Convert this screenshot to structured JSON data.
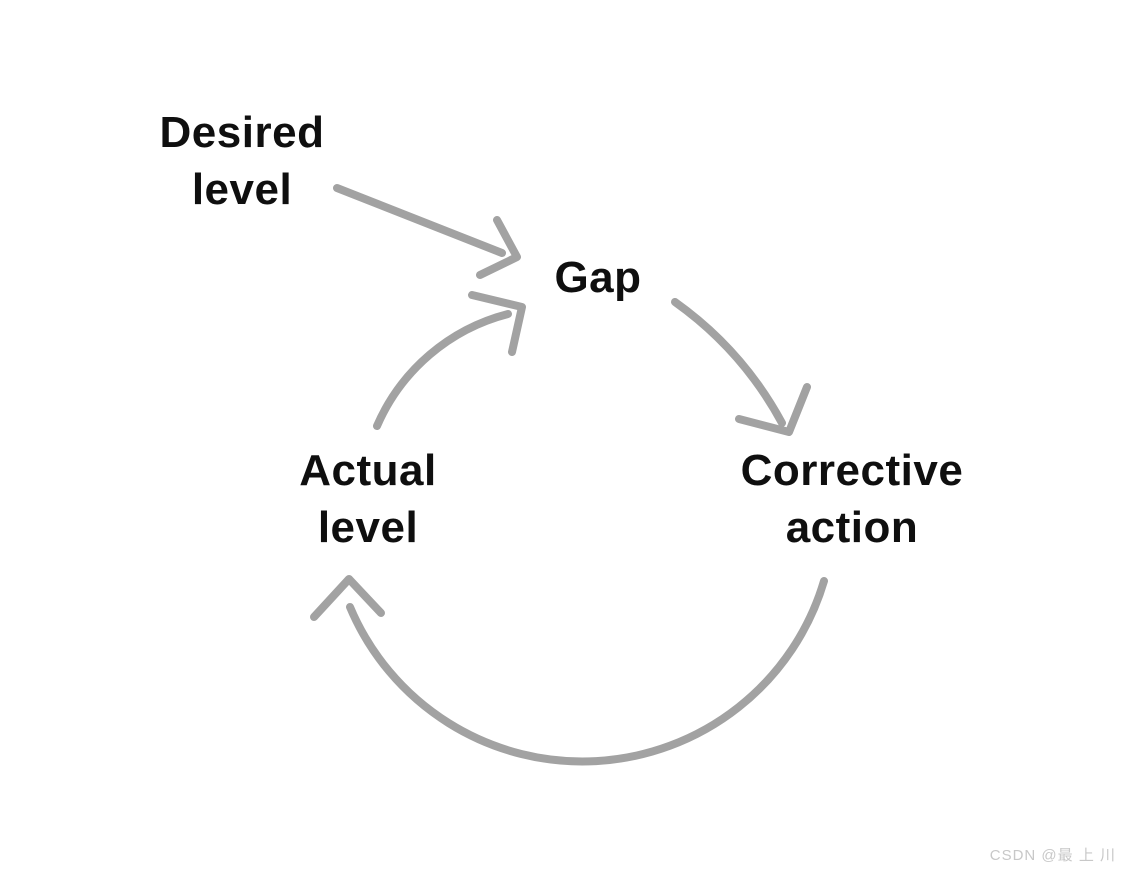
{
  "diagram": {
    "kind": "balancing-feedback-loop",
    "nodes": [
      {
        "id": "desired-level",
        "label": "Desired\nlevel"
      },
      {
        "id": "gap",
        "label": "Gap"
      },
      {
        "id": "actual-level",
        "label": "Actual\nlevel"
      },
      {
        "id": "corrective-action",
        "label": "Corrective\naction"
      }
    ],
    "edges": [
      {
        "from": "desired-level",
        "to": "gap",
        "style": "straight-arrow"
      },
      {
        "from": "actual-level",
        "to": "gap",
        "style": "curved-arrow"
      },
      {
        "from": "gap",
        "to": "corrective-action",
        "style": "curved-arrow"
      },
      {
        "from": "corrective-action",
        "to": "actual-level",
        "style": "curved-arrow"
      }
    ]
  },
  "watermark": {
    "text": "CSDN @最 上 川"
  },
  "colors": {
    "background": "#ffffff",
    "label_text": "#0f0f0f",
    "arrow": "#a2a2a2",
    "watermark_text": "#c8c8c8"
  }
}
